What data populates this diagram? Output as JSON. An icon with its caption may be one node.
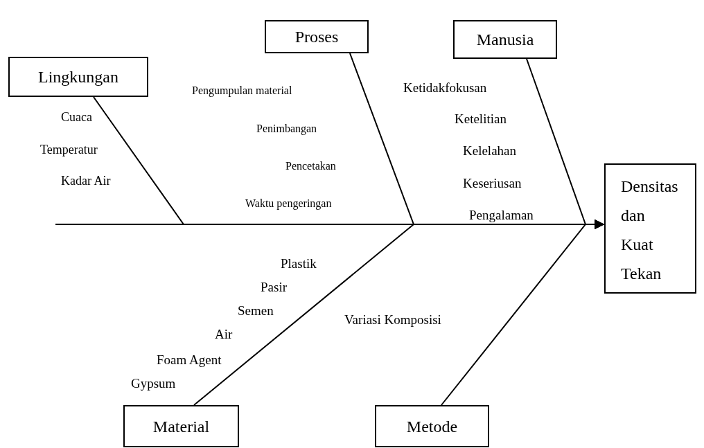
{
  "diagram": {
    "nodes": [
      {
        "text": [
          "Lingkungan"
        ]
      },
      {
        "text": [
          "Proses"
        ]
      },
      {
        "text": [
          "Manusia"
        ]
      },
      {
        "text": [
          "Densitas dan Kuat Tekan"
        ]
      },
      {
        "text": [
          "Material"
        ]
      },
      {
        "text": [
          "Metode"
        ]
      }
    ],
    "edges": [
      {
        "from": null,
        "to": 3,
        "arrow": "to"
      },
      {
        "from": 0,
        "to": 3,
        "arrow": "to"
      },
      {
        "from": 1,
        "to": 3,
        "arrow": "to"
      },
      {
        "from": 2,
        "to": 3,
        "arrow": "to"
      },
      {
        "from": 4,
        "to": 3,
        "arrow": "to"
      },
      {
        "from": 5,
        "to": 3,
        "arrow": "to"
      }
    ],
    "labels": [
      "Cuaca",
      "Temperatur",
      "Kadar Air",
      "Pengumpulan material",
      "Penimbangan",
      "Pencetakan",
      "Waktu pengeringan",
      "Ketidakfokusan",
      "Ketelitian",
      "Kelelahan",
      "Keseriusan",
      "Pengalaman",
      "Plastik",
      "Pasir",
      "Semen",
      "Air",
      "Foam Agent",
      "Gypsum",
      "Variasi Komposisi"
    ]
  }
}
